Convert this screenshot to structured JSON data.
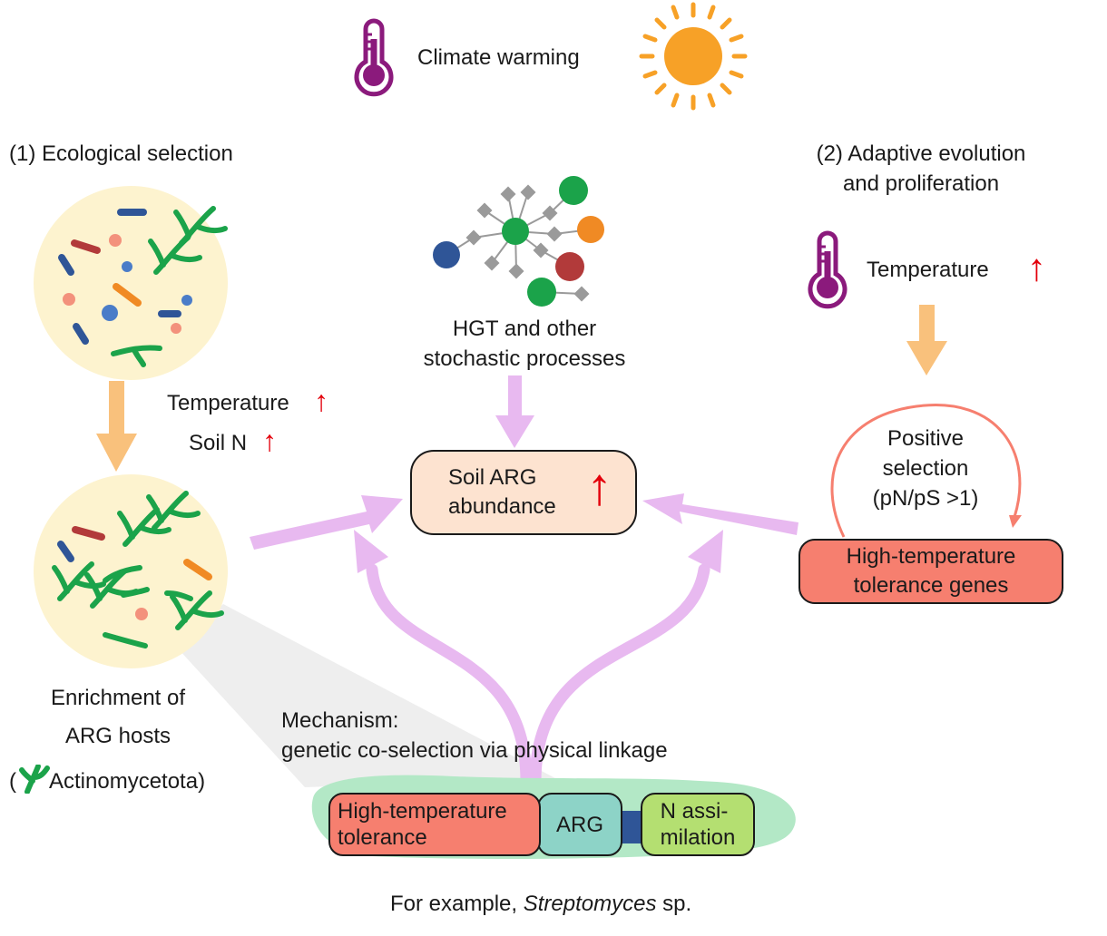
{
  "header": {
    "title": "Climate warming"
  },
  "left": {
    "title": "(1) Ecological selection",
    "factors": [
      {
        "label": "Temperature"
      },
      {
        "label": "Soil N"
      }
    ],
    "caption_line1": "Enrichment of",
    "caption_line2": "ARG hosts",
    "caption_line3_open": "(",
    "caption_line3_rest": "Actinomycetota)"
  },
  "center": {
    "hgt_line1": "HGT and other",
    "hgt_line2": "stochastic processes",
    "outcome_line1": "Soil ARG",
    "outcome_line2": "abundance"
  },
  "right": {
    "title_line1": "(2) Adaptive evolution",
    "title_line2": "and proliferation",
    "temperature": "Temperature",
    "selection_line1": "Positive",
    "selection_line2": "selection",
    "selection_line3": "(pN/pS >1)",
    "genes_line1": "High-temperature",
    "genes_line2": "tolerance genes"
  },
  "mechanism": {
    "line1": "Mechanism:",
    "line2": "genetic co-selection via physical linkage",
    "gene_a_line1": "High-temperature",
    "gene_a_line2": "tolerance",
    "gene_b": "ARG",
    "gene_c_line1": "N assi-",
    "gene_c_line2": "milation",
    "example_prefix": "For example, ",
    "example_genus": "Streptomyces",
    "example_suffix": " sp."
  },
  "icons": [
    "thermometer-icon",
    "sun-icon",
    "up-arrow-icon",
    "microbe-community-icon",
    "gene-network-icon"
  ],
  "colors": {
    "flow_arrow": "#e8b9f0",
    "orange_arrow": "#f9c17c",
    "up_arrow": "#e3000b",
    "thermometer": "#8b1a7c",
    "sun": "#f7a127",
    "outcome_fill": "#fde3d0",
    "genes_fill": "#f67f6f",
    "arg_fill": "#8dd3c7",
    "nassim_fill": "#b4df71",
    "chromosome": "#b3e8c6",
    "community_bg": "#fdf3cf",
    "actinomycete": "#1ba34a"
  }
}
